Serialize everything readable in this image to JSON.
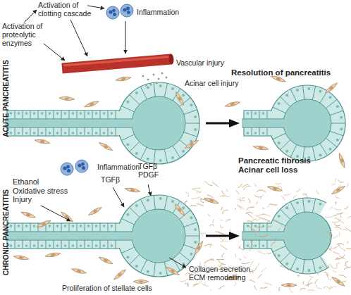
{
  "diagram": {
    "labels": [
      "Activation of clotting cascade",
      "Inflammation",
      "Activation of proteolytic enzymes",
      "Vascular injury",
      "Acinar cell injury",
      "ACUTE PANCREATITIS",
      "Resolution of pancreatitis",
      "Inflammation",
      "TGFβ",
      "TGFβ PDGF",
      "Ethanol Oxidative stress Injury",
      "Pancreatic fibrosis Acinar cell loss",
      "CHRONIC PANCREATITIS",
      "Collagen secretion ECM remodelling",
      "Proliferation of stellate cells"
    ]
  }
}
